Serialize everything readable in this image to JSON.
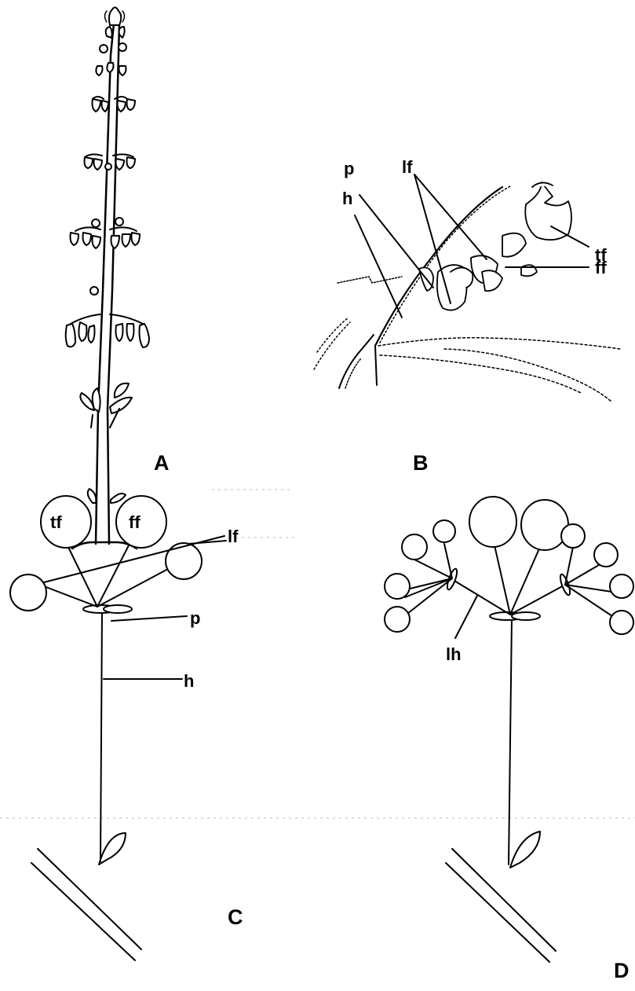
{
  "panels": {
    "A": {
      "label": "A"
    },
    "B": {
      "label": "B",
      "labels": {
        "p": "p",
        "h": "h",
        "lf": "lf",
        "tf": "tf",
        "ff": "ff"
      }
    },
    "C": {
      "label": "C",
      "labels": {
        "tf": "tf",
        "ff": "ff",
        "lf": "lf",
        "p": "p",
        "h": "h"
      }
    },
    "D": {
      "label": "D",
      "labels": {
        "lh": "lh"
      }
    }
  }
}
